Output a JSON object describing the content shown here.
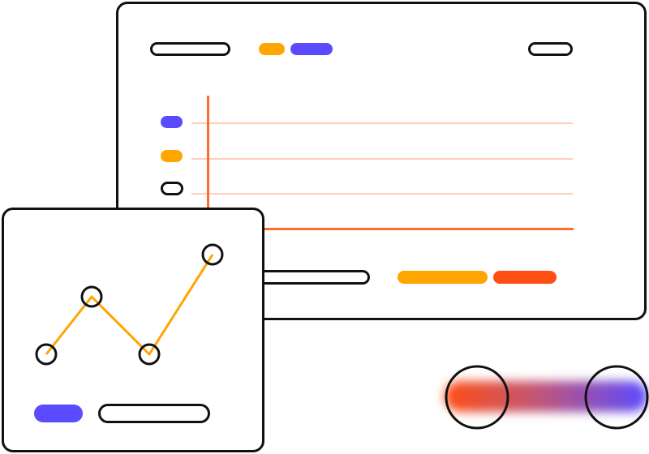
{
  "colors": {
    "stroke": "#111111",
    "orange": "#FFA500",
    "blue": "#5B4BFF",
    "red_orange": "#FF4E12",
    "axis": "#FF6A2D",
    "gridline": "#FFCDB8",
    "background": "#FFFFFF"
  },
  "back_panel": {
    "legend_swatches": [
      "orange",
      "blue"
    ],
    "row_label_swatches": [
      "blue",
      "orange",
      "outline"
    ],
    "footer_bars": [
      "orange",
      "red_orange"
    ]
  },
  "front_panel": {
    "line_chart": {
      "points": [
        {
          "x": 0,
          "y": 0
        },
        {
          "x": 1,
          "y": 1
        },
        {
          "x": 2,
          "y": 0
        },
        {
          "x": 3,
          "y": 1.6
        }
      ],
      "line_color": "orange"
    },
    "footer": [
      "blue",
      "outline"
    ]
  },
  "connector": {
    "gradient_from": "red_orange",
    "gradient_to": "blue"
  }
}
